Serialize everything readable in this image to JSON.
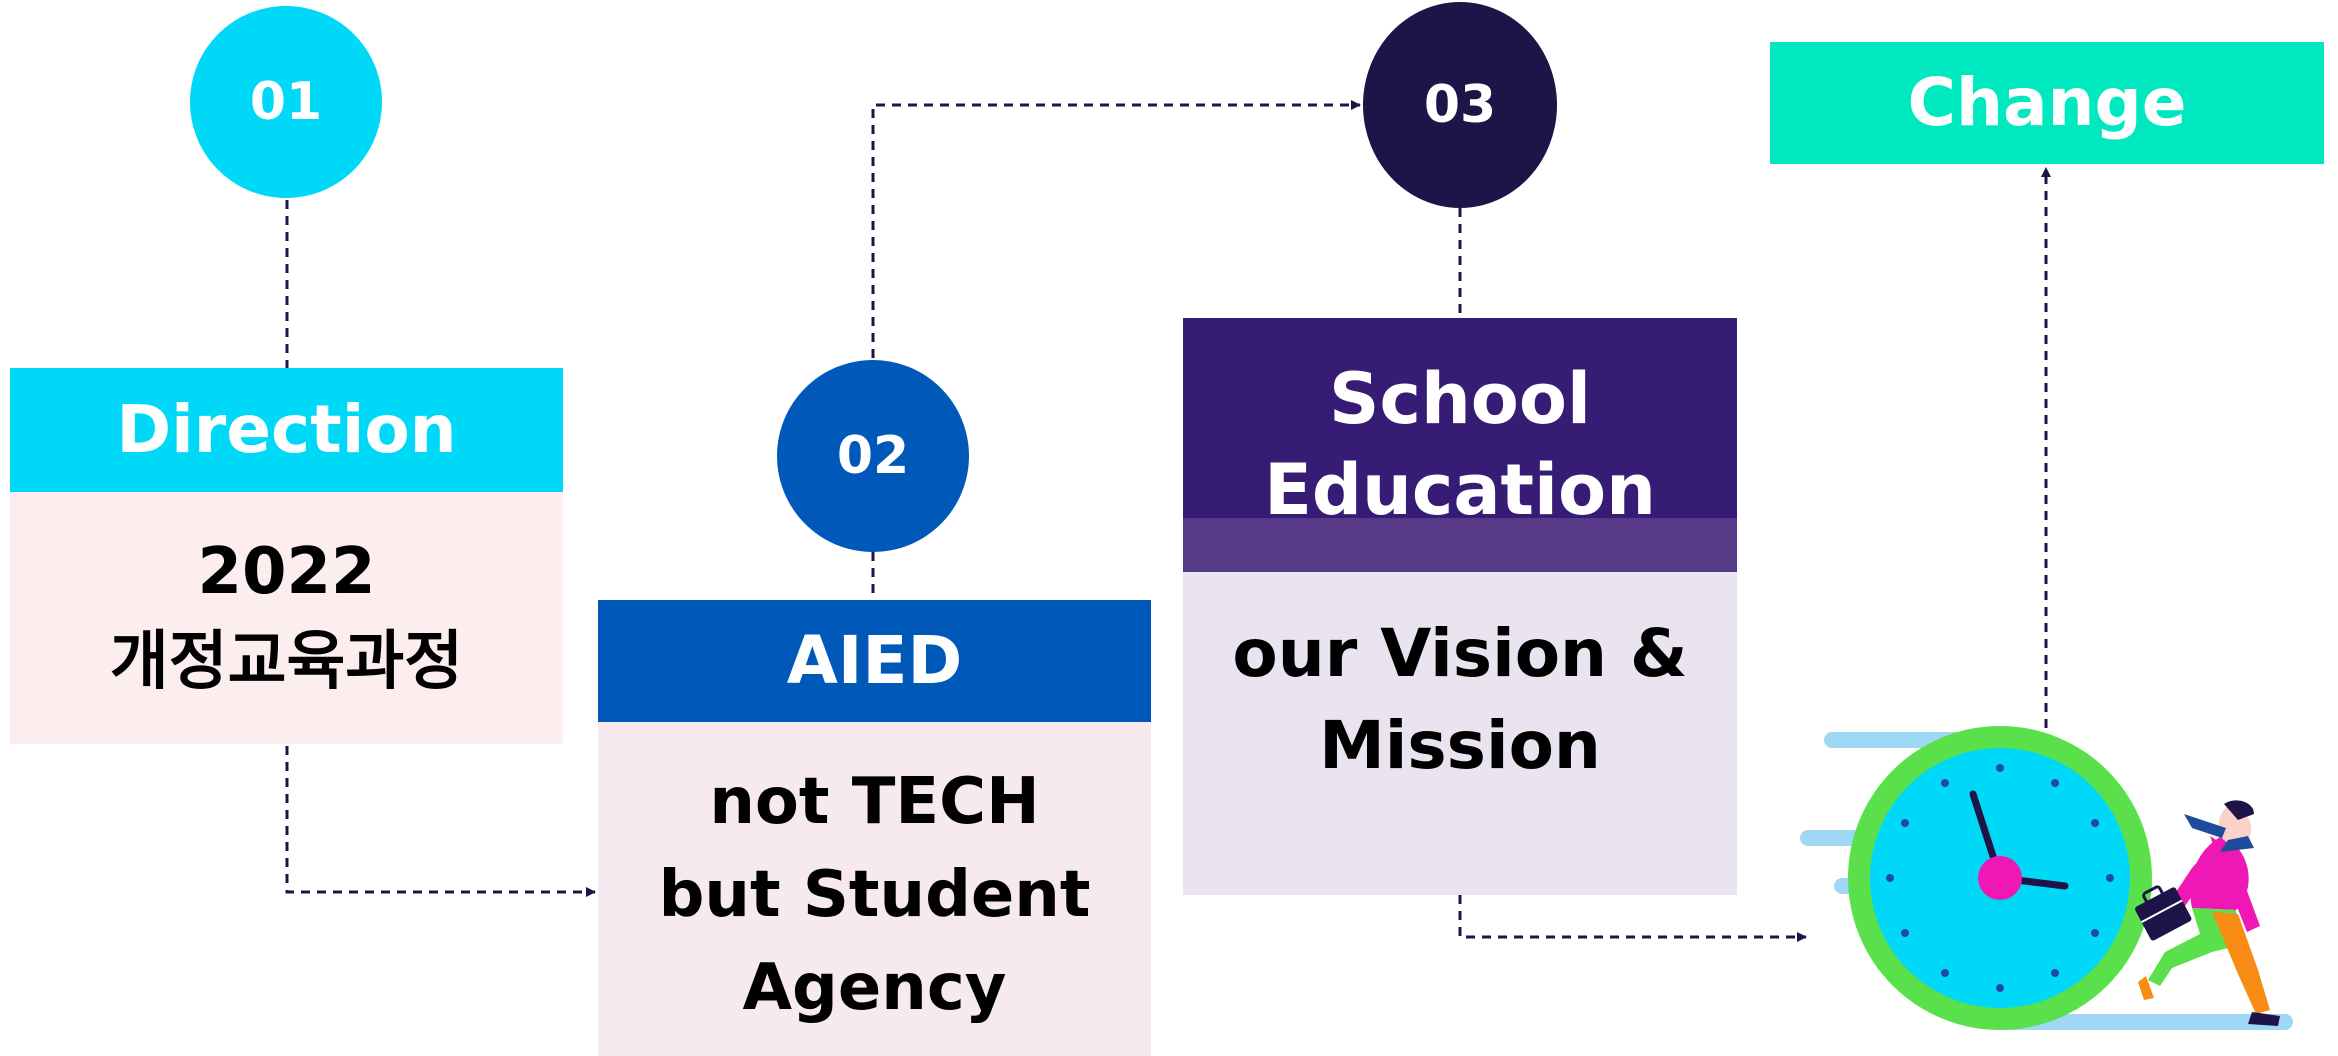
{
  "colors": {
    "step1": "#00D8F8",
    "step2": "#0058B8",
    "step3_circle": "#1E1448",
    "step3_header": "#361C74",
    "step3_band": "#563A88",
    "change": "#00E8C0",
    "body1": "#FCEEEE",
    "body2": "#F6EAF0",
    "body3": "#EAE4F0",
    "connector": "#1E1448"
  },
  "steps": [
    {
      "number": "01",
      "header": "Direction",
      "body_lines": [
        "2022",
        "개정교육과정"
      ]
    },
    {
      "number": "02",
      "header": "AIED",
      "body_lines": [
        "not TECH",
        "but Student",
        "Agency"
      ]
    },
    {
      "number": "03",
      "header_lines": [
        "School",
        "Education"
      ],
      "body_lines": [
        "our Vision &",
        "Mission"
      ]
    }
  ],
  "goal": {
    "label": "Change",
    "illustration_icon": "running-person-with-clock-icon"
  }
}
